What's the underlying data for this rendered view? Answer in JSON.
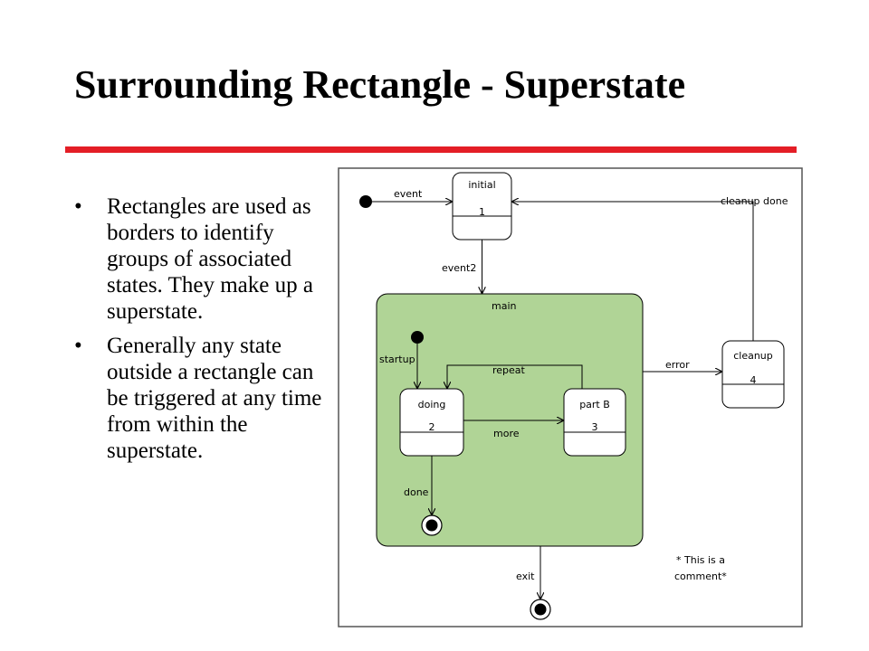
{
  "slide": {
    "title": "Surrounding Rectangle - Superstate",
    "bullets": [
      "Rectangles are used as borders to identify groups of associated states. They make up a superstate.",
      "Generally any state outside a rectangle can be triggered at any time from within the superstate."
    ]
  },
  "colors": {
    "rule": "#e41e26",
    "superstate_fill": "#b0d496",
    "state_fill": "#ffffff",
    "line": "#000000"
  },
  "diagram": {
    "states": [
      {
        "name": "initial",
        "number": "1"
      },
      {
        "name": "doing",
        "number": "2"
      },
      {
        "name": "part B",
        "number": "3"
      },
      {
        "name": "cleanup",
        "number": "4"
      }
    ],
    "superstate": {
      "label": "main"
    },
    "transitions": {
      "event": "event",
      "event2": "event2",
      "cleanup_done": "cleanup done",
      "startup": "startup",
      "repeat": "repeat",
      "more": "more",
      "error": "error",
      "done": "done",
      "exit": "exit"
    },
    "comment": [
      "* This is a",
      "comment*"
    ]
  }
}
